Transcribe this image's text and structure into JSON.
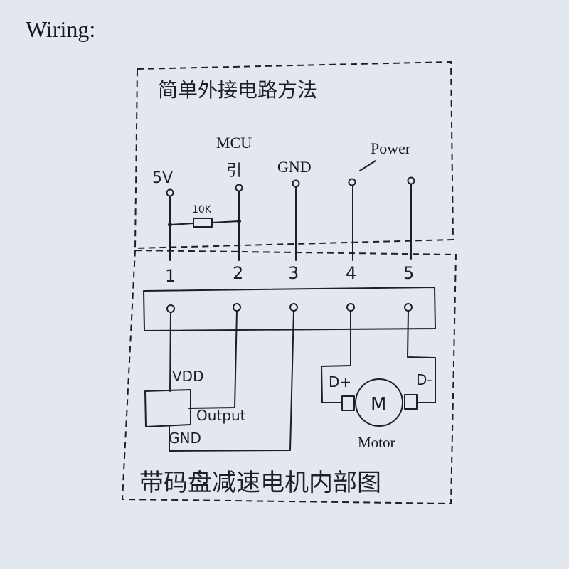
{
  "heading": "Wiring:",
  "external_title": "简单外接电路方法",
  "internal_title": "带码盘减速电机内部图",
  "labels": {
    "v5": "5V",
    "mcu": "MCU",
    "pin": "引",
    "gnd": "GND",
    "power": "Power",
    "resistor": "10K"
  },
  "pins": [
    "1",
    "2",
    "3",
    "4",
    "5"
  ],
  "encoder": {
    "vdd": "VDD",
    "output": "Output",
    "gnd": "GND"
  },
  "motor": {
    "d_plus": "D+",
    "d_minus": "D-",
    "symbol": "M",
    "label": "Motor"
  }
}
